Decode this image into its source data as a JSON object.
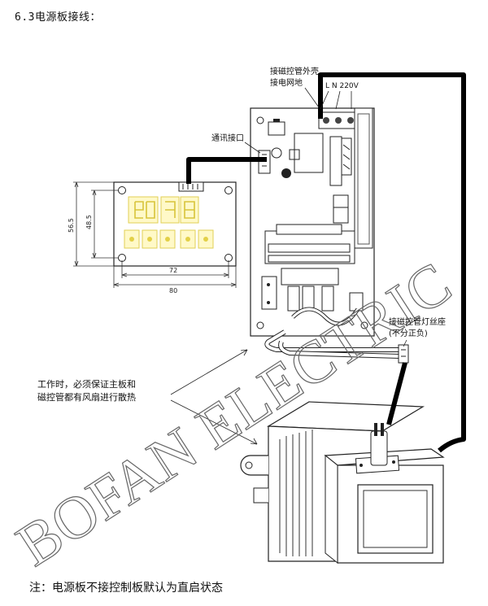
{
  "heading": "6.3电源板接线：",
  "labels": {
    "magnetron_shell": "接磁控管外壳",
    "ground": "接电网地",
    "lines": "L N 220V",
    "comm_port": "通讯接口",
    "filament_line1": "接磁控管灯丝座",
    "filament_line2": "(不分正负)",
    "cooling_line1": "工作时，必须保证主板和",
    "cooling_line2": "磁控管都有风扇进行散热"
  },
  "dimensions": {
    "h_outer": "56.5",
    "h_inner": "48.5",
    "w_inner": "72",
    "w_outer": "80"
  },
  "watermark": "BOFAN ELECTRIC",
  "note": "注：电源板不接控制板默认为直启状态"
}
